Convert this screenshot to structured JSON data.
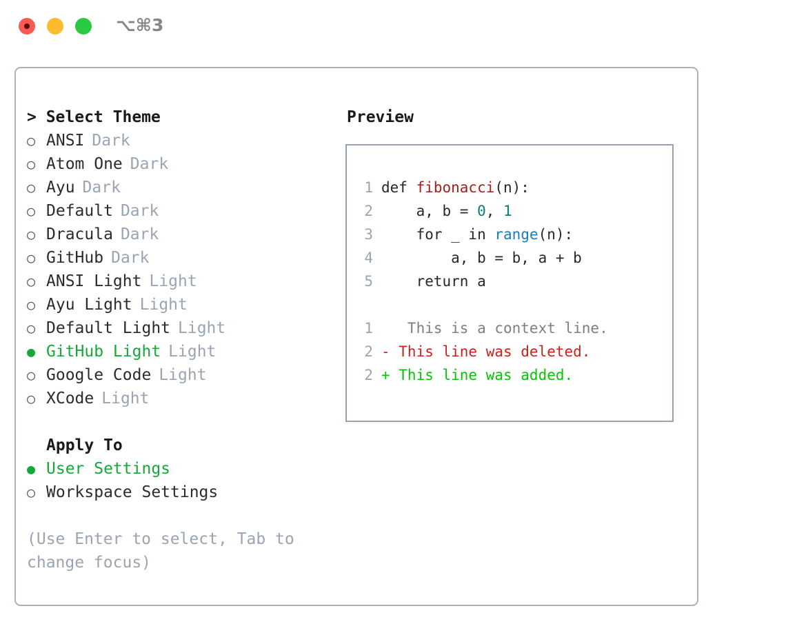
{
  "window": {
    "shortcut": "⌥⌘3",
    "traffic_lights": [
      {
        "name": "close",
        "color": "#fb5a52"
      },
      {
        "name": "minimize",
        "color": "#fbbd2e"
      },
      {
        "name": "zoom",
        "color": "#2bc940"
      }
    ]
  },
  "theme_picker": {
    "header": "> Select Theme",
    "marker_off": "○",
    "marker_on": "●",
    "items": [
      {
        "name": "ANSI",
        "kind": "Dark",
        "selected": false
      },
      {
        "name": "Atom One",
        "kind": "Dark",
        "selected": false
      },
      {
        "name": "Ayu",
        "kind": "Dark",
        "selected": false
      },
      {
        "name": "Default",
        "kind": "Dark",
        "selected": false
      },
      {
        "name": "Dracula",
        "kind": "Dark",
        "selected": false
      },
      {
        "name": "GitHub",
        "kind": "Dark",
        "selected": false
      },
      {
        "name": "ANSI Light",
        "kind": "Light",
        "selected": false
      },
      {
        "name": "Ayu Light",
        "kind": "Light",
        "selected": false
      },
      {
        "name": "Default Light",
        "kind": "Light",
        "selected": false
      },
      {
        "name": "GitHub Light",
        "kind": "Light",
        "selected": true
      },
      {
        "name": "Google Code",
        "kind": "Light",
        "selected": false
      },
      {
        "name": "XCode",
        "kind": "Light",
        "selected": false
      }
    ]
  },
  "apply_to": {
    "header": "Apply To",
    "items": [
      {
        "name": "User Settings",
        "selected": true
      },
      {
        "name": "Workspace Settings",
        "selected": false
      }
    ]
  },
  "hint": "(Use Enter to select, Tab to change focus)",
  "preview": {
    "title": "Preview",
    "code_lines": [
      {
        "no": "1",
        "tokens": [
          {
            "t": "def ",
            "c": "plain"
          },
          {
            "t": "fibonacci",
            "c": "func"
          },
          {
            "t": "(n):",
            "c": "plain"
          }
        ]
      },
      {
        "no": "2",
        "tokens": [
          {
            "t": "    a, b = ",
            "c": "plain"
          },
          {
            "t": "0",
            "c": "num"
          },
          {
            "t": ", ",
            "c": "plain"
          },
          {
            "t": "1",
            "c": "num"
          }
        ]
      },
      {
        "no": "3",
        "tokens": [
          {
            "t": "    for _ in ",
            "c": "plain"
          },
          {
            "t": "range",
            "c": "call"
          },
          {
            "t": "(n):",
            "c": "plain"
          }
        ]
      },
      {
        "no": "4",
        "tokens": [
          {
            "t": "        a, b = b, a + b",
            "c": "plain"
          }
        ]
      },
      {
        "no": "5",
        "tokens": [
          {
            "t": "    return a",
            "c": "plain"
          }
        ]
      }
    ],
    "diff_lines": [
      {
        "no": "1",
        "sign": " ",
        "text": "  This is a context line.",
        "kind": "context"
      },
      {
        "no": "2",
        "sign": "-",
        "text": " This line was deleted.",
        "kind": "deleted"
      },
      {
        "no": "2",
        "sign": "+",
        "text": " This line was added.",
        "kind": "added"
      }
    ]
  },
  "colors": {
    "selected_green": "#16a83a",
    "muted_gray": "#9aa4b2",
    "border": "#a9b1bf",
    "preview_border": "#98a2b3",
    "syntax_function": "#a4201c",
    "syntax_number": "#0c7c74",
    "syntax_call": "#1580b8",
    "diff_deleted": "#cc2118",
    "diff_added": "#07c307"
  }
}
